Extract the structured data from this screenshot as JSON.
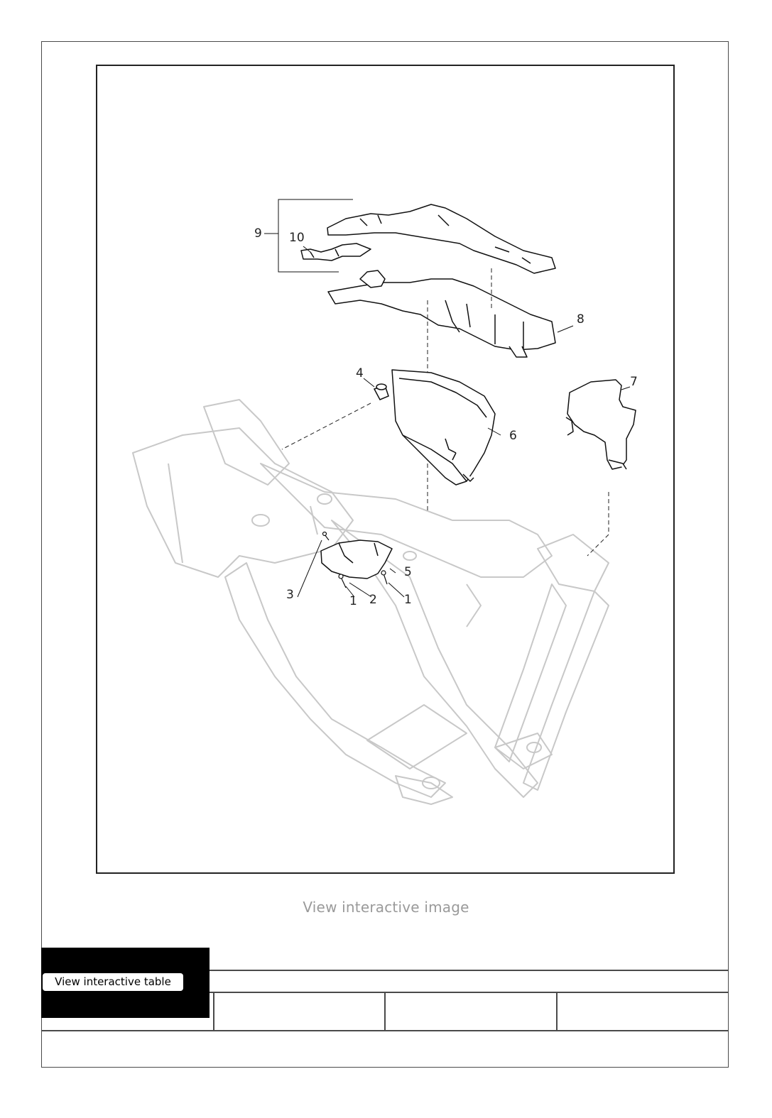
{
  "figure": {
    "callouts": [
      "1",
      "2",
      "3",
      "4",
      "5",
      "6",
      "7",
      "8",
      "9",
      "10",
      "1"
    ]
  },
  "links": {
    "view_image": "View interactive image",
    "view_table": "View interactive table"
  }
}
